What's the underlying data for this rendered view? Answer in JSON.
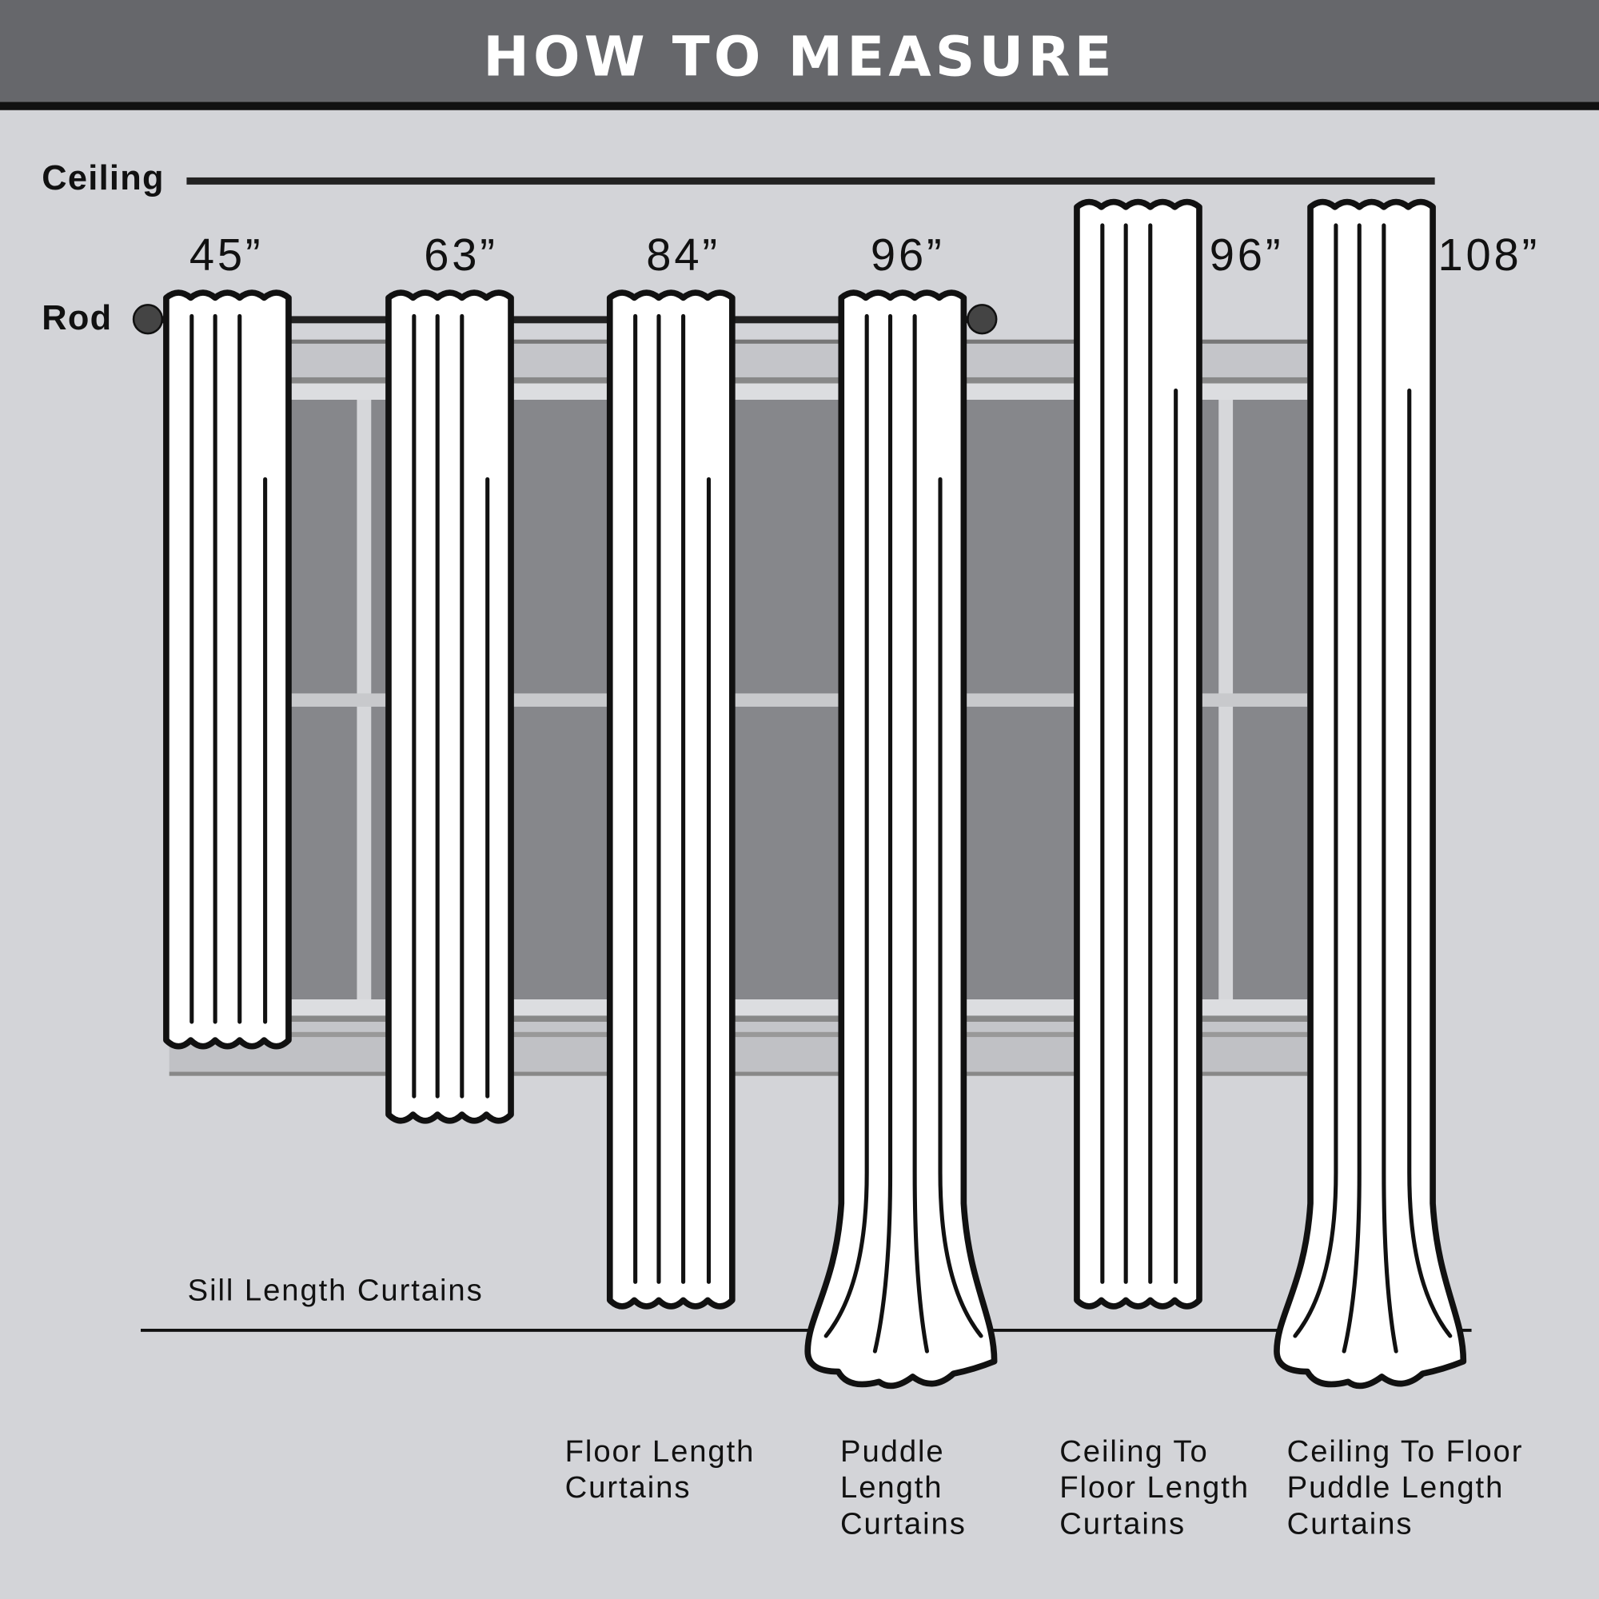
{
  "header": {
    "title": "HOW TO MEASURE"
  },
  "markers": {
    "ceiling": "Ceiling",
    "rod": "Rod",
    "sill_caption": "Sill Length Curtains"
  },
  "colors": {
    "header_bg": "#66676b",
    "background": "#d3d4d8",
    "glass": "#86878b",
    "frame": "#c0c1c5",
    "curtain": "#ffffff",
    "outline": "#111111"
  },
  "curtains": [
    {
      "length": "45”",
      "mount": "rod",
      "end": "sill",
      "caption": []
    },
    {
      "length": "63”",
      "mount": "rod",
      "end": "below-sill",
      "caption": []
    },
    {
      "length": "84”",
      "mount": "rod",
      "end": "floor",
      "caption": [
        "Floor Length",
        "Curtains"
      ]
    },
    {
      "length": "96”",
      "mount": "rod",
      "end": "puddle",
      "caption": [
        "Puddle",
        "Length",
        "Curtains"
      ]
    },
    {
      "length": "96”",
      "mount": "ceiling",
      "end": "floor",
      "caption": [
        "Ceiling To",
        "Floor Length",
        "Curtains"
      ]
    },
    {
      "length": "108”",
      "mount": "ceiling",
      "end": "puddle",
      "caption": [
        "Ceiling To Floor",
        "Puddle Length",
        "Curtains"
      ]
    }
  ]
}
